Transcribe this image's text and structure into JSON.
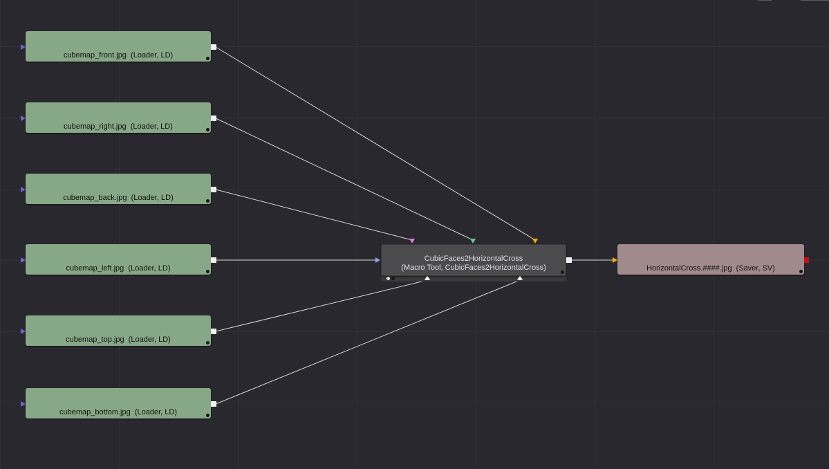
{
  "loaders": [
    {
      "label": "cubemap_front.jpg  (Loader, LD)"
    },
    {
      "label": "cubemap_right.jpg  (Loader, LD)"
    },
    {
      "label": "cubemap_back.jpg  (Loader, LD)"
    },
    {
      "label": "cubemap_left.jpg  (Loader, LD)"
    },
    {
      "label": "cubemap_top.jpg  (Loader, LD)"
    },
    {
      "label": "cubemap_bottom.jpg  (Loader, LD)"
    }
  ],
  "macro": {
    "name": "CubicFaces2HorizontalCross",
    "subtitle": "(Macro Tool, CubicFaces2HorizontalCross)"
  },
  "saver": {
    "label": "HorizontalCross.####.jpg  (Saver, SV)"
  },
  "colors": {
    "background": "#28282e",
    "loader_node": "#86a886",
    "macro_node": "#4b4b4d",
    "saver_node": "#a08a8c",
    "wire": "#d8d8d8",
    "input_back": "#e07ae6",
    "input_right": "#6ccf86",
    "input_front": "#f0b400",
    "input_left": "#9b9be8",
    "saver_input": "#f0b400",
    "saver_output": "#c41010"
  }
}
